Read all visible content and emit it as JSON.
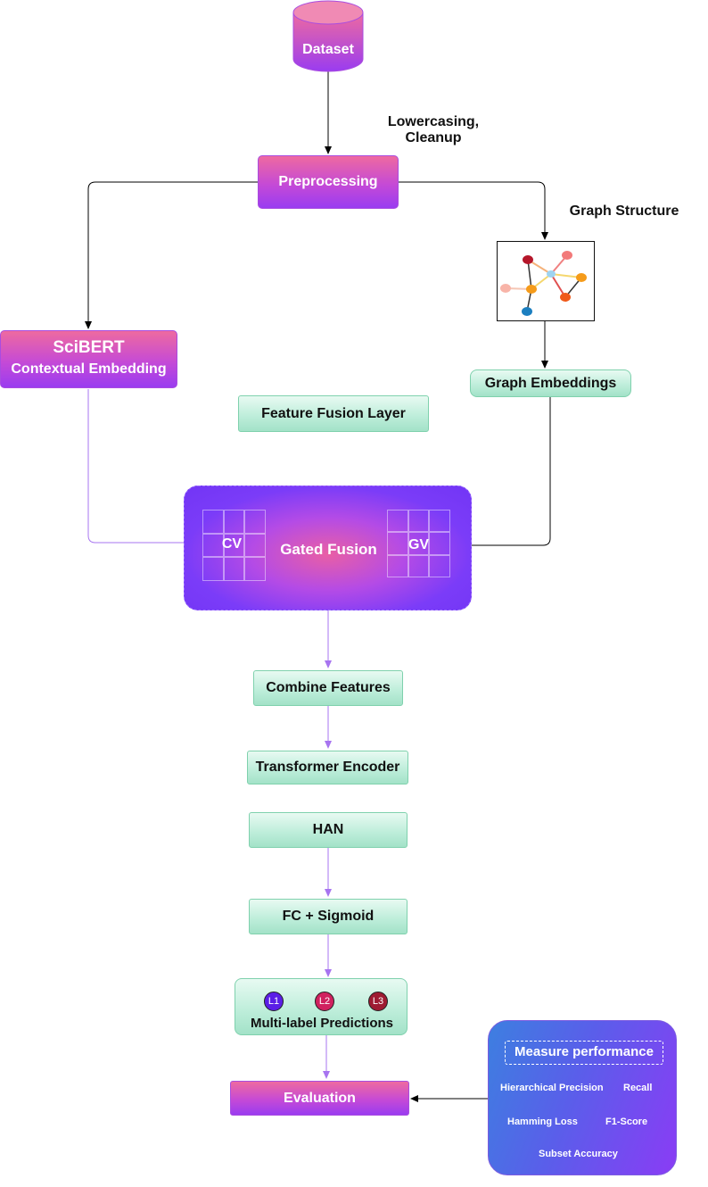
{
  "nodes": {
    "dataset": "Dataset",
    "preprocessing": "Preprocessing",
    "scibert_title": "SciBERT",
    "scibert_sub": "Contextual Embedding",
    "graph_embeddings": "Graph Embeddings",
    "feature_fusion_layer": "Feature Fusion Layer",
    "gated_fusion": "Gated Fusion",
    "cv": "CV",
    "gv": "GV",
    "combine_features": "Combine Features",
    "transformer_encoder": "Transformer Encoder",
    "han": "HAN",
    "fc_sigmoid": "FC + Sigmoid",
    "multilabel": "Multi-label Predictions",
    "evaluation": "Evaluation"
  },
  "labels": {
    "lowercasing": "Lowercasing,",
    "cleanup": "Cleanup",
    "graph_structure": "Graph Structure"
  },
  "predictions": [
    "L1",
    "L2",
    "L3"
  ],
  "prediction_colors": [
    "#5b1ee6",
    "#d0215f",
    "#9e1b32"
  ],
  "performance": {
    "title": "Measure performance",
    "hier_precision": "Hierarchical Precision",
    "recall": "Recall",
    "hamming": "Hamming Loss",
    "f1": "F1-Score",
    "subset": "Subset Accuracy"
  },
  "colors": {
    "arrow_black": "#000000",
    "arrow_purple": "#a774f0",
    "gradient_pink": "#ee6aa0",
    "gradient_purple": "#9a3cf0",
    "green_fill": "#bfeedb",
    "perf_blue": "#3f7de0"
  }
}
